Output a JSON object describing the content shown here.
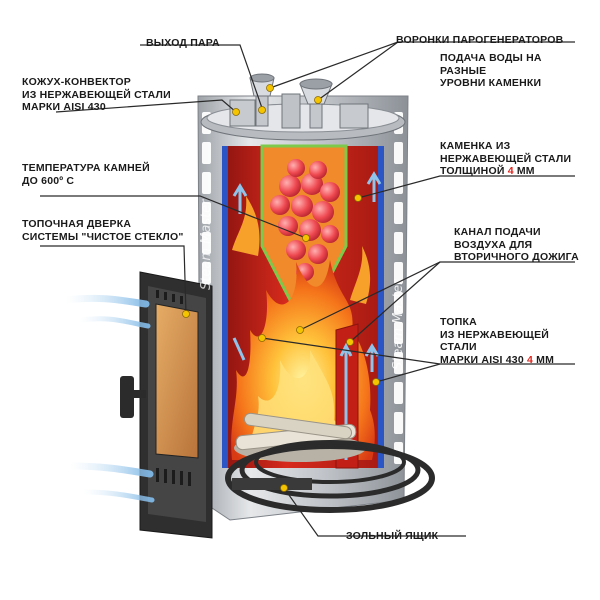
{
  "labels": {
    "steam_outlet": [
      "ВЫХОД ПАРА"
    ],
    "steam_funnels": [
      "ВОРОНКИ ПАРОГЕНЕРАТОРОВ"
    ],
    "water_supply": [
      "ПОДАЧА ВОДЫ НА",
      "РАЗНЫЕ",
      "УРОВНИ КАМЕНКИ"
    ],
    "convector": [
      "КОЖУХ-КОНВЕКТОР",
      "ИЗ НЕРЖАВЕЮЩЕЙ СТАЛИ",
      "МАРКИ AISI 430"
    ],
    "heater": {
      "lines": [
        "КАМЕНКА ИЗ",
        "НЕРЖАВЕЮЩЕЙ СТАЛИ"
      ],
      "last_prefix": "ТОЛЩИНОЙ ",
      "last_value": "4",
      "last_suffix": " ММ"
    },
    "stone_temp": [
      "ТЕМПЕРАТУРА КАМНЕЙ",
      "ДО 600º С"
    ],
    "air_channel": [
      "КАНАЛ ПОДАЧИ",
      "ВОЗДУХА ДЛЯ",
      "ВТОРИЧНОГО ДОЖИГА"
    ],
    "door": [
      "ТОПОЧНАЯ ДВЕРКА",
      "СИСТЕМЫ \"ЧИСТОЕ СТЕКЛО\""
    ],
    "firebox": {
      "lines": [
        "ТОПКА",
        "ИЗ НЕРЖАВЕЮЩЕЙ",
        "СТАЛИ"
      ],
      "last_prefix": "МАРКИ AISI 430 ",
      "last_value": "4",
      "last_suffix": " ММ"
    },
    "ash_box": [
      "ЗОЛЬНЫЙ ЯЩИК"
    ]
  },
  "brand_text": "Steam Master",
  "colors": {
    "accent_red": "#e0241b",
    "marker_yellow": "#f5c400",
    "leader_line": "#2a2a2a",
    "steel": "#c9ccd0",
    "firebox_red": "#c8261c",
    "flame_orange": "#f5871f",
    "stones": "#f2555a",
    "glass": "#d3904a",
    "frame_dark": "#3a3a3a",
    "air_blue": "#8fc3ea"
  }
}
